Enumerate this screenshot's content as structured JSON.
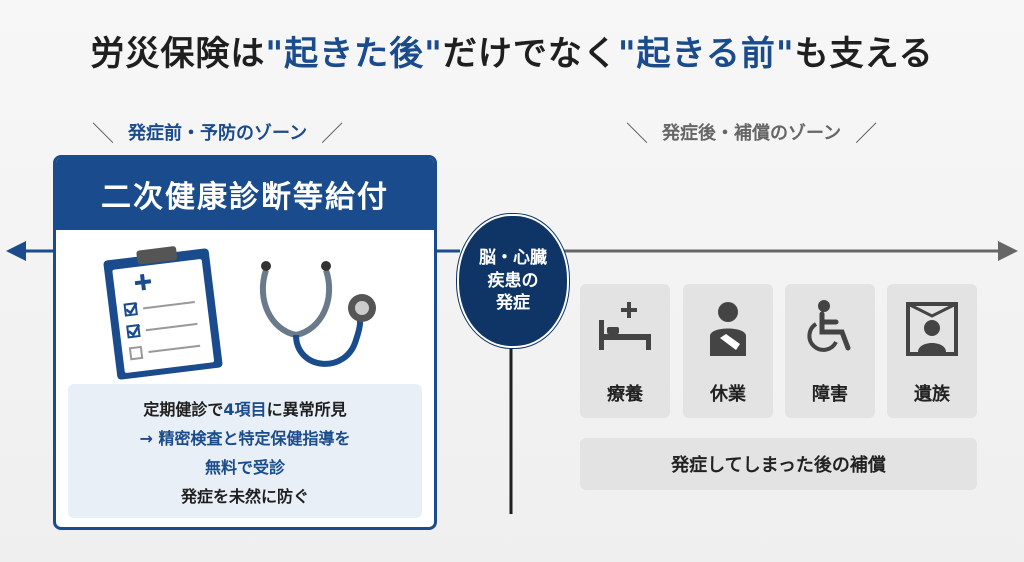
{
  "title": {
    "part1": "労災保険は",
    "quote_after": "\"起きた後\"",
    "part2": "だけでなく",
    "quote_before": "\"起きる前\"",
    "part3": "も支える"
  },
  "zones": {
    "prevention": "発症前・予防のゾーン",
    "compensation": "発症後・補償のゾーン"
  },
  "benefit_card": {
    "title": "二次健康診断等給付",
    "line1_prefix": "定期健診で",
    "line1_highlight": "4項目",
    "line1_suffix": "に異常所見",
    "line2": "→ 精密検査と特定保健指導を",
    "line3": "無料で受診",
    "line4": "発症を未然に防ぐ"
  },
  "event": {
    "line1": "脳・心臓",
    "line2": "疾患の",
    "line3": "発症"
  },
  "compensation_items": [
    {
      "label": "療養",
      "icon": "bed-icon"
    },
    {
      "label": "休業",
      "icon": "injured-person-icon"
    },
    {
      "label": "障害",
      "icon": "wheelchair-icon"
    },
    {
      "label": "遺族",
      "icon": "memorial-portrait-icon"
    }
  ],
  "compensation_summary": "発症してしまった後の補償",
  "colors": {
    "navy": "#1a4b8c",
    "dark_navy": "#0f3566",
    "tile_gray": "#e3e3e3",
    "background": "#f4f4f4"
  }
}
